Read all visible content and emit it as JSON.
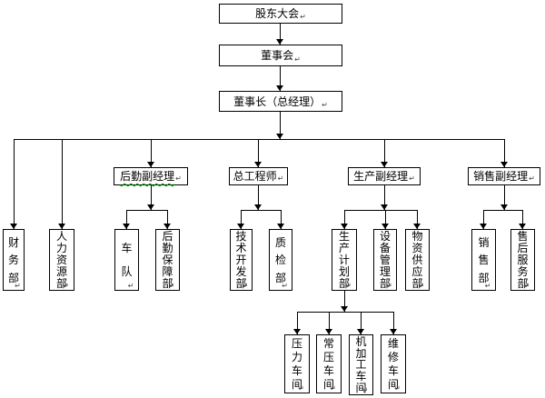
{
  "diagram": {
    "level1": {
      "shareholders": "股东大会",
      "board": "董事会",
      "chairman": "董事长（总经理）"
    },
    "managers": {
      "logistics": "后勤副经理",
      "chief_engineer": "总工程师",
      "production": "生产副经理",
      "sales": "销售副经理"
    },
    "departments": {
      "finance": "财务部",
      "hr": "人力资源部",
      "fleet": "车队",
      "logistics_support": "后勤保障部",
      "tech_dev": "技术开发部",
      "qc": "质检部",
      "prod_planning": "生产计划部",
      "equipment": "设备管理部",
      "materials": "物资供应部",
      "sales_dept": "销售部",
      "after_sales": "售后服务部"
    },
    "workshops": {
      "pressure": "压力车间",
      "atmospheric": "常压车间",
      "machining": "机加工车间",
      "maintenance": "维修车间"
    },
    "marks": {
      "return_mark": "↵"
    },
    "colors": {
      "line": "#000000",
      "box_fill": "#ffffff",
      "spellcheck_underline": "#00a000"
    },
    "edges": [
      [
        "股东大会",
        "董事会"
      ],
      [
        "董事会",
        "董事长（总经理）"
      ],
      [
        "董事长（总经理）",
        "财务部"
      ],
      [
        "董事长（总经理）",
        "人力资源部"
      ],
      [
        "董事长（总经理）",
        "后勤副经理"
      ],
      [
        "董事长（总经理）",
        "总工程师"
      ],
      [
        "董事长（总经理）",
        "生产副经理"
      ],
      [
        "董事长（总经理）",
        "销售副经理"
      ],
      [
        "后勤副经理",
        "车队"
      ],
      [
        "后勤副经理",
        "后勤保障部"
      ],
      [
        "总工程师",
        "技术开发部"
      ],
      [
        "总工程师",
        "质检部"
      ],
      [
        "生产副经理",
        "生产计划部"
      ],
      [
        "生产副经理",
        "设备管理部"
      ],
      [
        "生产副经理",
        "物资供应部"
      ],
      [
        "销售副经理",
        "销售部"
      ],
      [
        "销售副经理",
        "售后服务部"
      ],
      [
        "生产计划部",
        "压力车间"
      ],
      [
        "生产计划部",
        "常压车间"
      ],
      [
        "生产计划部",
        "机加工车间"
      ],
      [
        "生产计划部",
        "维修车间"
      ]
    ]
  }
}
